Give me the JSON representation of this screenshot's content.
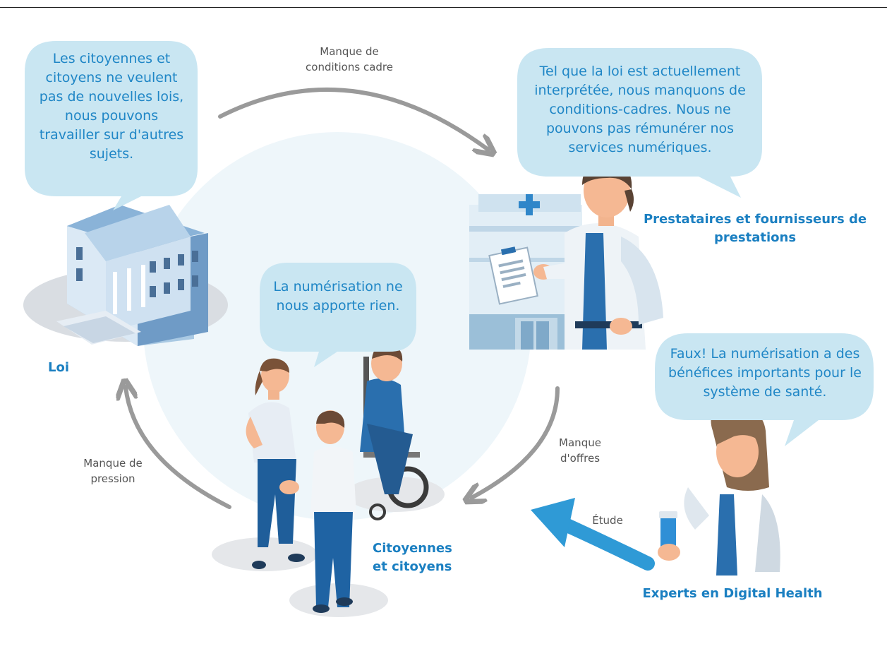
{
  "bubbles": {
    "loi": "Les citoyennes et citoyens ne veulent pas de nouvelles lois, nous pouvons travailler sur d'autres sujets.",
    "prestataires": "Tel que la loi est actuellement interprétée, nous manquons de conditions-cadres. Nous ne pouvons pas rémunérer nos services numériques.",
    "citoyens": "La numérisation ne nous apporte rien.",
    "experts": "Faux! La numérisation a des bénéfices importants pour le système de santé."
  },
  "flows": {
    "top": "Manque de conditions cadre",
    "right": "Manque d'offres",
    "left": "Manque de pression",
    "study": "Étude"
  },
  "actors": {
    "loi": "Loi",
    "prestataires": "Prestataires et fournisseurs de prestations",
    "citoyens": "Citoyennes et citoyens",
    "experts": "Experts en Digital Health"
  },
  "colors": {
    "bubble_fill": "#c9e6f2",
    "text_blue": "#1f86c6",
    "arrow_gray": "#9a9a9a",
    "study_arrow": "#2f9ad6",
    "circle": "#eef6fa"
  }
}
